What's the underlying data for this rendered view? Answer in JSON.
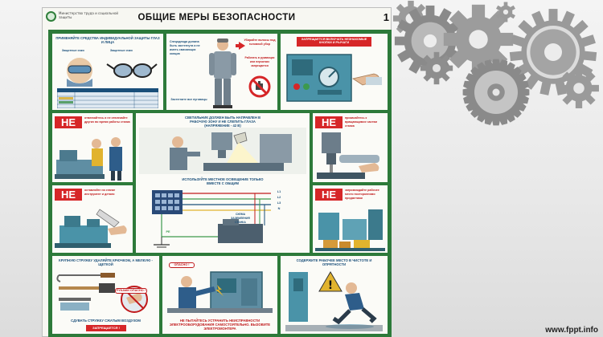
{
  "poster": {
    "title": "ОБЩИЕ МЕРЫ БЕЗОПАСНОСТИ",
    "number": "1",
    "org": "Министерство труда и социальной защиты"
  },
  "panels": {
    "ppe": {
      "heading": "ПРИМЕНЯЙТЕ СРЕДСТВА ИНДИВИДУАЛЬНОЙ ЗАЩИТЫ ГЛАЗ И ЛИЦА",
      "label_left": "Защитные очки",
      "label_right": "Защитные очки"
    },
    "clothes": {
      "left_note": "Спецодежда должна быть застегнута и не иметь свисающих концов",
      "right_note": "Убирайте волосы под головной убор",
      "right_note2": "Работать в рукавицах или перчатках запрещается",
      "bottom_note": "Застегните все пуговицы"
    },
    "switch": {
      "ban": "ЗАПРЕЩАЕТСЯ ВКЛЮЧАТЬ НЕЗНАКОМЫЕ КНОПКИ И РЫЧАГИ"
    },
    "distract": {
      "ne": "НЕ",
      "text": "отвлекайтесь и не отвлекайте других во время работы станка"
    },
    "lighting": {
      "top_text": "СВЕТИЛЬНИК ДОЛЖЕН БЫТЬ НАПРАВЛЕН В РАБОЧУЮ ЗОНУ И НЕ СЛЕПИТЬ ГЛАЗА (НАПРЯЖЕНИЕ - 42 В)",
      "mid_text": "ИСПОЛЬЗУЙТЕ МЕСТНОЕ ОСВЕЩЕНИЕ ТОЛЬКО ВМЕСТЕ С ОБЩИМ",
      "wire_l1": "L1",
      "wire_l2": "L2",
      "wire_l3": "L3",
      "wire_n": "N",
      "scheme_label": "СХЕМА ЗАЗЕМЛЕНИЯ СТАНКА",
      "pe": "PE"
    },
    "tool": {
      "ne": "НЕ",
      "text": "прикасайтесь к вращающимся частям станка"
    },
    "hands": {
      "ne": "НЕ",
      "text": "оставляйте на станке инструмент и детали"
    },
    "objects": {
      "ne": "НЕ",
      "text": "загромождайте рабочее место посторонними предметами"
    },
    "chips": {
      "top_text": "КРУПНУЮ СТРУЖКУ УДАЛЯЙТЕ КРЮЧКОМ, А МЕЛКУЮ - ЩЕТКОЙ",
      "pill": "РУКАМИ ОПАСНО !",
      "bottom_text": "СДУВАТЬ СТРУЖКУ СЖАТЫМ ВОЗДУХОМ",
      "bottom_ban": "ЗАПРЕЩАЕТСЯ !"
    },
    "electric": {
      "pill": "ОПАСНО !",
      "bottom_text": "НЕ ПЫТАЙТЕСЬ УСТРАНИТЬ НЕИСПРАВНОСТИ ЭЛЕКТРООБОРУДОВАНИЯ САМОСТОЯТЕЛЬНО. ВЫЗОВИТЕ ЭЛЕКТРОМОНТЕРА"
    },
    "clean": {
      "top_text": "СОДЕРЖИТЕ РАБОЧЕЕ МЕСТО В ЧИСТОТЕ И ОПРЯТНОСТИ"
    }
  },
  "watermark": "www.fppt.info",
  "colors": {
    "frame_green": "#2d7a3a",
    "ban_red": "#d62628",
    "text_blue": "#1a4f7a",
    "gear_gray": "#8e8e8e"
  }
}
